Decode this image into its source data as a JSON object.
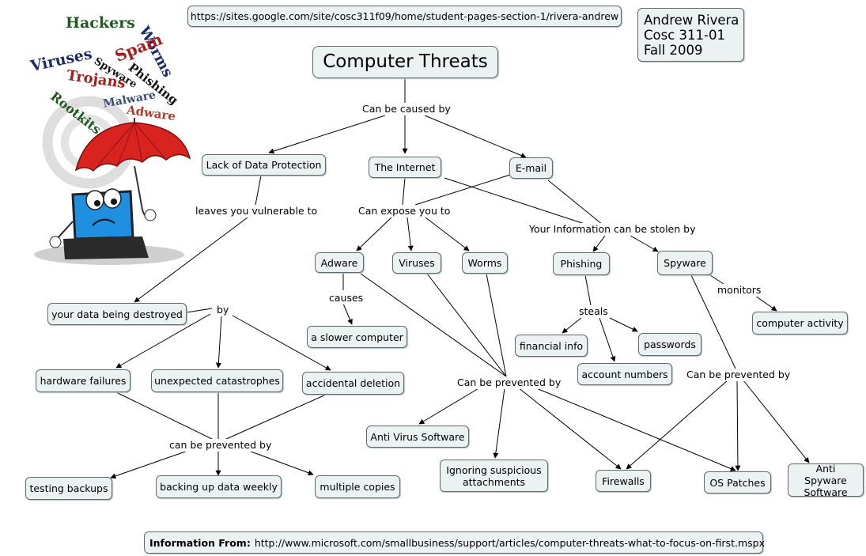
{
  "header": {
    "url": "https://sites.google.com/site/cosc311f09/home/student-pages-section-1/rivera-andrew",
    "author_lines": [
      "Andrew Rivera",
      "Cosc 311-01",
      "Fall 2009"
    ]
  },
  "illustration": {
    "words": [
      "Hackers",
      "Worms",
      "Spam",
      "Viruses",
      "Spyware",
      "Phishing",
      "Trojans",
      "Malware",
      "Rootkits",
      "Adware"
    ]
  },
  "nodes": {
    "title": "Computer Threats",
    "lack_protection": "Lack of Data Protection",
    "internet": "The Internet",
    "email": "E-mail",
    "data_destroyed": "your data being destroyed",
    "adware": "Adware",
    "viruses": "Viruses",
    "worms": "Worms",
    "phishing": "Phishing",
    "spyware": "Spyware",
    "slower_computer": "a slower computer",
    "financial_info": "financial info",
    "passwords": "passwords",
    "account_numbers": "account numbers",
    "computer_activity": "computer activity",
    "hardware_failures": "hardware failures",
    "unexpected_catastrophes": "unexpected catastrophes",
    "accidental_deletion": "accidental deletion",
    "anti_virus": "Anti Virus Software",
    "ignoring_suspicious": "Ignoring suspicious attachments",
    "firewalls": "Firewalls",
    "os_patches": "OS Patches",
    "anti_spyware": "Anti Spyware Software",
    "testing_backups": "testing backups",
    "backing_up_weekly": "backing up data weekly",
    "multiple_copies": "multiple copies"
  },
  "links": {
    "can_be_caused_by": "Can be caused by",
    "leaves_vulnerable": "leaves you vulnerable to",
    "can_expose": "Can expose you to",
    "info_stolen": "Your Information can be stolen by",
    "causes": "causes",
    "steals": "steals",
    "monitors": "monitors",
    "by": "by",
    "can_be_prevented_by_mid": "Can be prevented by",
    "can_be_prevented_by_right": "Can be prevented by",
    "can_be_prevented_by_left": "can be prevented by"
  },
  "footer": {
    "label": "Information From:",
    "url": "http://www.microsoft.com/smallbusiness/support/articles/computer-threats-what-to-focus-on-first.mspx"
  },
  "colors": {
    "node_fill": "#ecf1f2",
    "node_border": "#5e6b6d",
    "umbrella_red": "#d8231f",
    "word_green": "#1f5a1f",
    "word_red": "#a51d1d",
    "word_navy": "#1d2a6b"
  }
}
